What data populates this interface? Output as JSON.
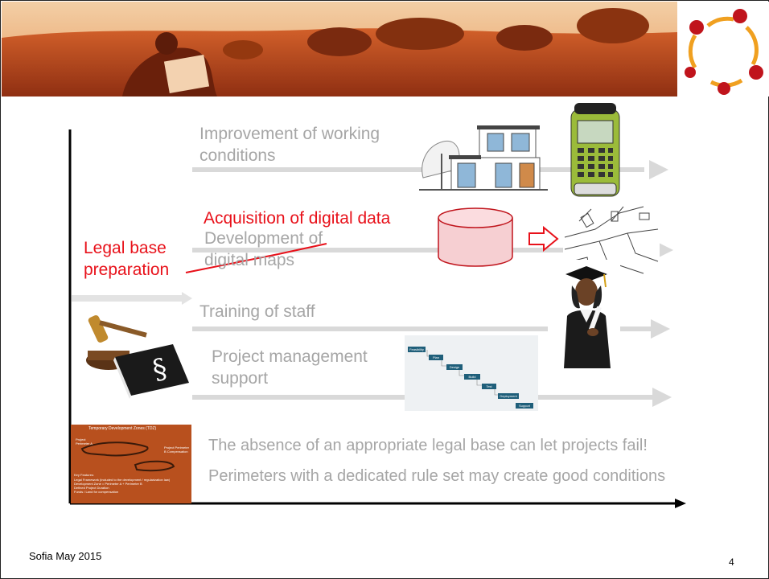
{
  "items": {
    "working_conditions": "Improvement of working conditions",
    "digital_maps": "Development of digital maps",
    "training": "Training of staff",
    "project_management": "Project management support"
  },
  "legal_base": "Legal base preparation",
  "acquisition": "Acquisition of digital data",
  "statements": [
    "The absence of an appropriate legal base can let projects fail!",
    "Perimeters with a dedicated rule set may create good conditions"
  ],
  "tdz_map": {
    "title": "Temporary Development Zones (TDZ)",
    "labels": [
      "Project Perimeter A",
      "Project Perimeter B Compensation"
    ],
    "features_title": "Key Features:",
    "features": [
      "Legal Framework (included to the development / regularization law)",
      "Development Zone = Perimeter A + Perimeter B",
      "Defined Project Duration",
      "Funds / Land for compensation"
    ]
  },
  "schedule_steps": [
    "Feasibility",
    "Plan",
    "Design",
    "Build",
    "Test",
    "Deployment",
    "Support"
  ],
  "footer": "Sofia May 2015",
  "page_number": "4",
  "colors": {
    "accent_red": "#e8111a",
    "grey_text": "#a6a6a6",
    "banner": "#c4531c",
    "logo_orange": "#f0a020",
    "logo_red": "#c0141c"
  }
}
